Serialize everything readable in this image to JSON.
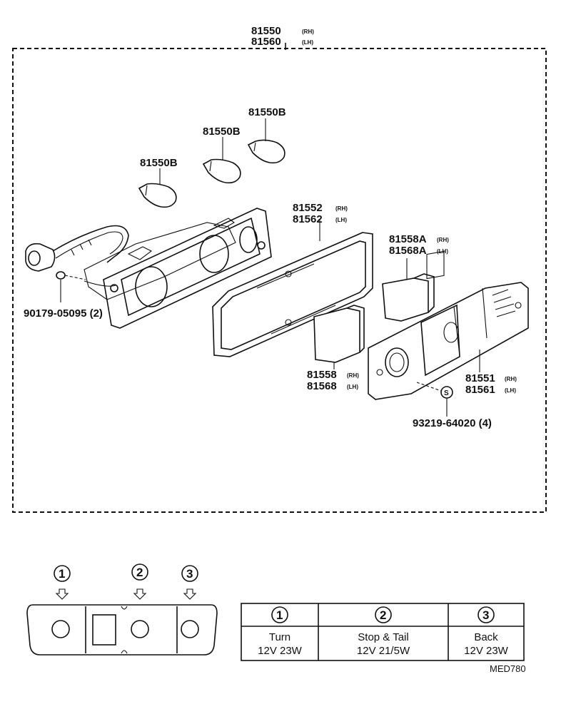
{
  "assembly": {
    "part_rh": "81550",
    "tag_rh": "(RH)",
    "part_lh": "81560",
    "tag_lh": "(LH)"
  },
  "bulbs": {
    "top": "81550B",
    "middle": "81550B",
    "left": "81550B"
  },
  "gasket": {
    "part_rh": "81552",
    "tag_rh": "(RH)",
    "part_lh": "81562",
    "tag_lh": "(LH)"
  },
  "reflector_upper": {
    "part_rh": "81558A",
    "tag_rh": "(RH)",
    "part_lh": "81568A",
    "tag_lh": "(LH)"
  },
  "reflector_lower": {
    "part_rh": "81558",
    "tag_rh": "(RH)",
    "part_lh": "81568",
    "tag_lh": "(LH)"
  },
  "lens": {
    "part_rh": "81551",
    "tag_rh": "(RH)",
    "part_lh": "81561",
    "tag_lh": "(LH)"
  },
  "screw_left": {
    "label": "90179-05095 (2)"
  },
  "screw_right": {
    "label": "93219-64020 (4)",
    "symbol": "S"
  },
  "bulb_table": {
    "columns": [
      {
        "num": "1",
        "name": "Turn",
        "spec": "12V 23W"
      },
      {
        "num": "2",
        "name": "Stop & Tail",
        "spec": "12V 21/5W"
      },
      {
        "num": "3",
        "name": "Back",
        "spec": "12V 23W"
      }
    ]
  },
  "lamp_positions": [
    "1",
    "2",
    "3"
  ],
  "diagram_code": "MED780"
}
